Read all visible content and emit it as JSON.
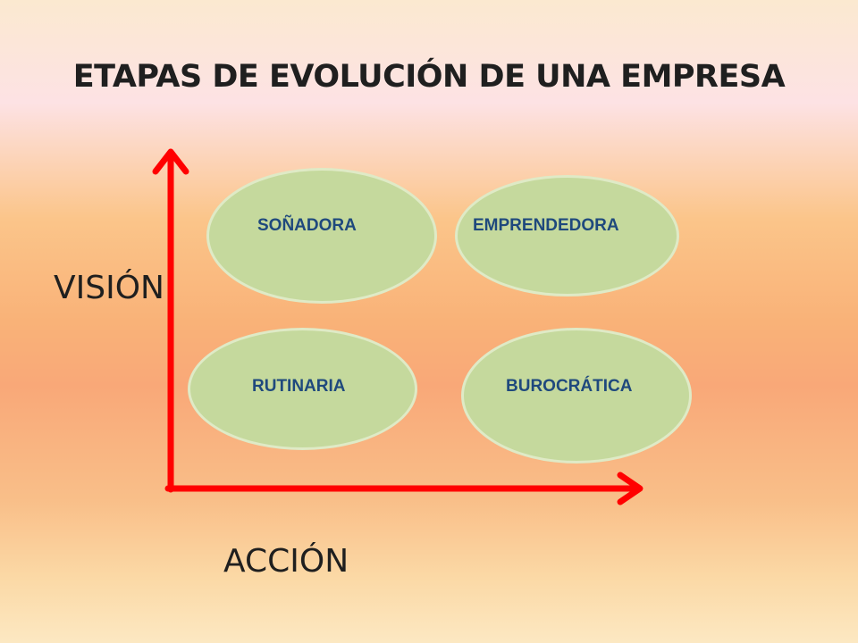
{
  "title": "ETAPAS DE EVOLUCIÓN DE UNA EMPRESA",
  "axes": {
    "y_label": "VISIÓN",
    "x_label": "ACCIÓN",
    "color": "#ff0000"
  },
  "stages": {
    "top_left": "SOÑADORA",
    "top_right": "EMPRENDEDORA",
    "bottom_left": "RUTINARIA",
    "bottom_right": "BUROCRÁTICA"
  },
  "colors": {
    "ellipse_fill": "#c5d99d",
    "label_text": "#1f497d"
  }
}
